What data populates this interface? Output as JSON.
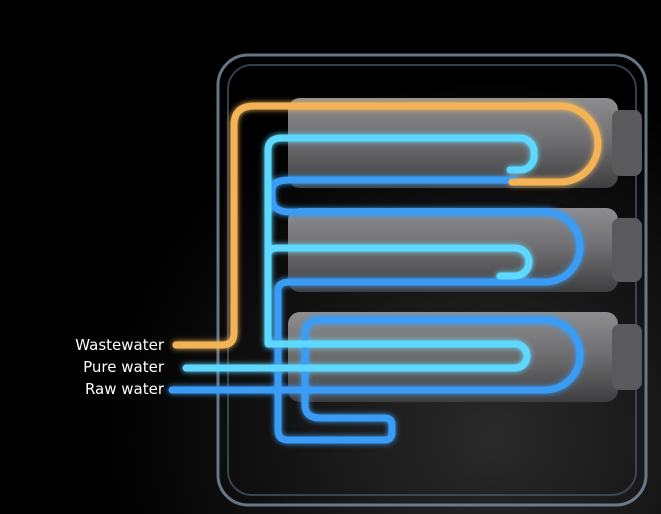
{
  "labels": {
    "wastewater": "Wastewater",
    "pure_water": "Pure water",
    "raw_water": "Raw water"
  },
  "colors": {
    "wastewater": "#f2b457",
    "pure_water": "#5fd8ff",
    "raw_water": "#3a9cf5"
  }
}
